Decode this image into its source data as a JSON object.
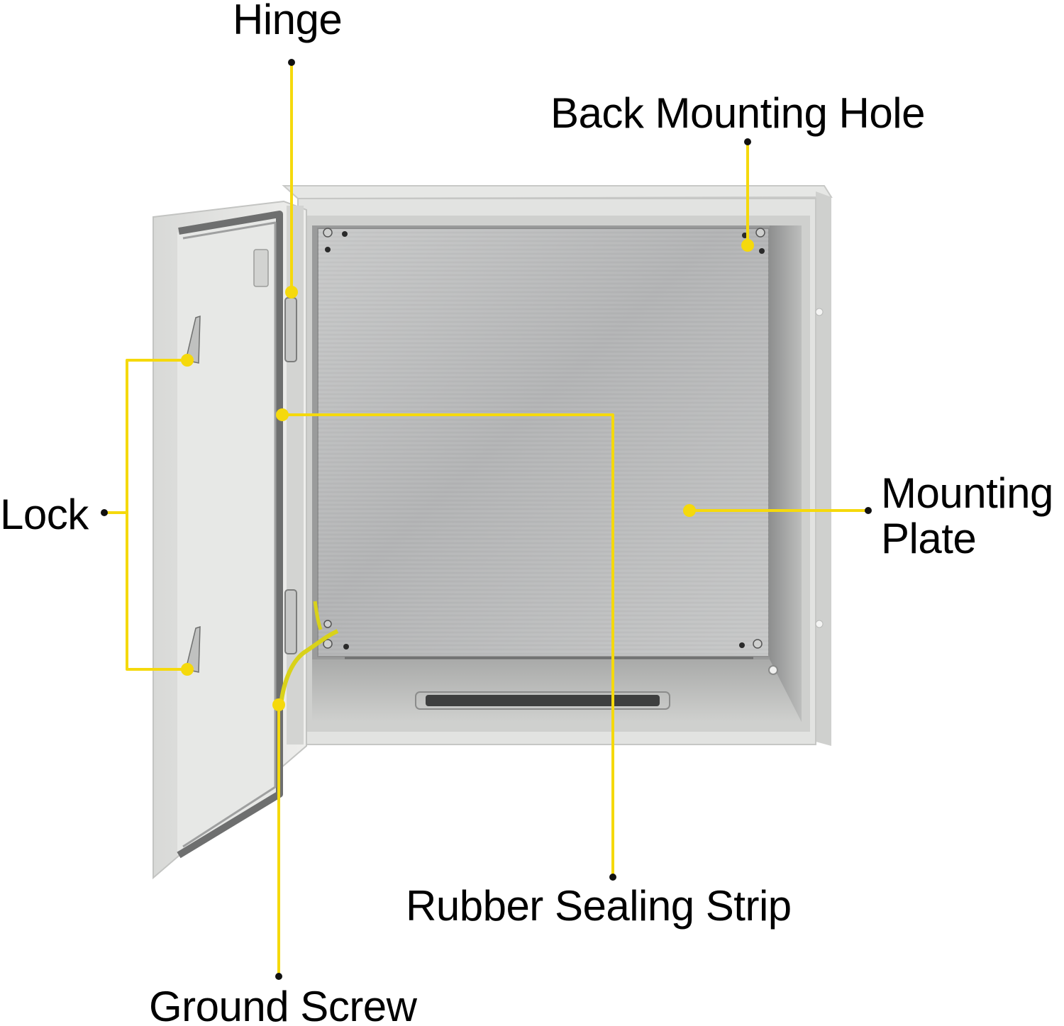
{
  "colors": {
    "callout": "#F5D90C",
    "anchor_dot": "#111111",
    "enclosure": "#DCDDDB",
    "mounting_plate": "#B9BABB",
    "gasket": "#6E6F6F"
  },
  "labels": {
    "hinge": "Hinge",
    "back_mounting_hole": "Back Mounting Hole",
    "lock": "Lock",
    "mounting_plate_line1": "Mounting",
    "mounting_plate_line2": "Plate",
    "rubber_sealing_strip": "Rubber Sealing Strip",
    "ground_screw": "Ground Screw"
  }
}
